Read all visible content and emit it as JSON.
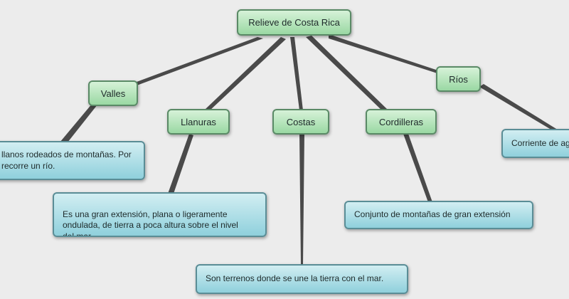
{
  "diagram": {
    "root": {
      "label": "Relieve de Costa Rica"
    },
    "branches": [
      {
        "label": "Valles",
        "definition": "llanos rodeados de montañas. Por\nrecorre un río."
      },
      {
        "label": "Llanuras",
        "definition": "Es una gran extensión, plana o ligeramente\nondulada, de tierra a poca altura sobre el nivel\ndel mar."
      },
      {
        "label": "Costas",
        "definition": "Son terrenos donde se une la tierra con el mar."
      },
      {
        "label": "Cordilleras",
        "definition": "Conjunto de montañas de gran extensión"
      },
      {
        "label": "Ríos",
        "definition": "Corriente de ag"
      }
    ]
  }
}
